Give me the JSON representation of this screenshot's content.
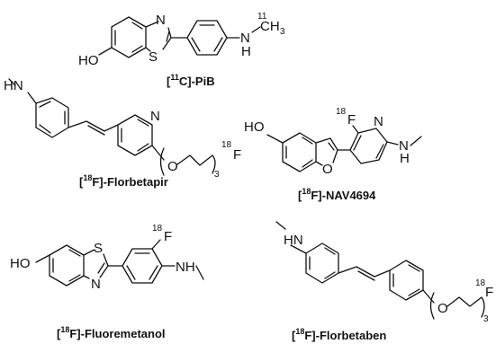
{
  "figure": {
    "compounds": [
      {
        "id": "pib",
        "name_prefix": "[",
        "isotope": "11",
        "name_suffix": "C]-PiB",
        "labels": {
          "oh": "HO",
          "s": "S",
          "n": "N",
          "nh_n": "N",
          "nh_h": "H",
          "methyl_isotope": "11",
          "methyl": "CH",
          "methyl_sub": "3"
        }
      },
      {
        "id": "florbetapir",
        "name_prefix": "[",
        "isotope": "18",
        "name_suffix": "F]-Florbetapir",
        "labels": {
          "hn": "HN",
          "n": "N",
          "o": "O",
          "repeat": "3",
          "f_isotope": "18",
          "f": "F"
        }
      },
      {
        "id": "nav4694",
        "name_prefix": "[",
        "isotope": "18",
        "name_suffix": "F]-NAV4694",
        "labels": {
          "ho": "HO",
          "o": "O",
          "f_isotope": "18",
          "f": "F",
          "n": "N",
          "nh_n": "N",
          "nh_h": "H"
        }
      },
      {
        "id": "fluorometanol",
        "name_prefix": "[",
        "isotope": "18",
        "name_suffix": "F]-Fluoremetanol",
        "labels": {
          "ho": "HO",
          "s": "S",
          "n": "N",
          "f_isotope": "18",
          "f": "F",
          "nh": "NH"
        }
      },
      {
        "id": "florbetaben",
        "name_prefix": "[",
        "isotope": "18",
        "name_suffix": "F]-Florbetaben",
        "labels": {
          "hn": "HN",
          "o": "O",
          "repeat": "3",
          "f_isotope": "18",
          "f": "F"
        }
      }
    ]
  }
}
